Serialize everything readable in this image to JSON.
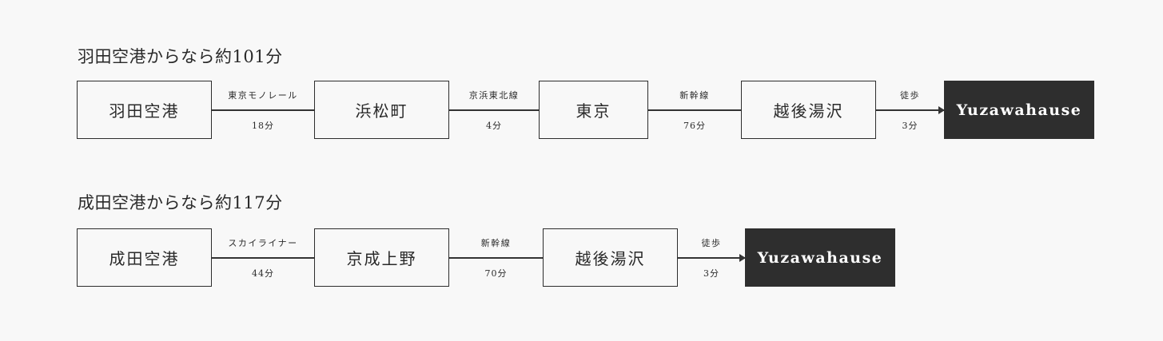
{
  "haneda": {
    "title": "羽田空港からなら約101分",
    "stations": [
      "羽田空港",
      "浜松町",
      "東京",
      "越後湯沢",
      "Yuzawahause"
    ],
    "links": [
      {
        "line": "東京モノレール",
        "duration": "18分"
      },
      {
        "line": "京浜東北線",
        "duration": "4分"
      },
      {
        "line": "新幹線",
        "duration": "76分"
      },
      {
        "line": "徒歩",
        "duration": "3分"
      }
    ]
  },
  "narita": {
    "title": "成田空港からなら約117分",
    "stations": [
      "成田空港",
      "京成上野",
      "越後湯沢",
      "Yuzawahause"
    ],
    "links": [
      {
        "line": "スカイライナー",
        "duration": "44分"
      },
      {
        "line": "新幹線",
        "duration": "70分"
      },
      {
        "line": "徒歩",
        "duration": "3分"
      }
    ]
  },
  "colors": {
    "background": "#f8f8f8",
    "line": "#333333",
    "destination_fill": "#2e2e2e",
    "destination_text": "#ffffff"
  }
}
